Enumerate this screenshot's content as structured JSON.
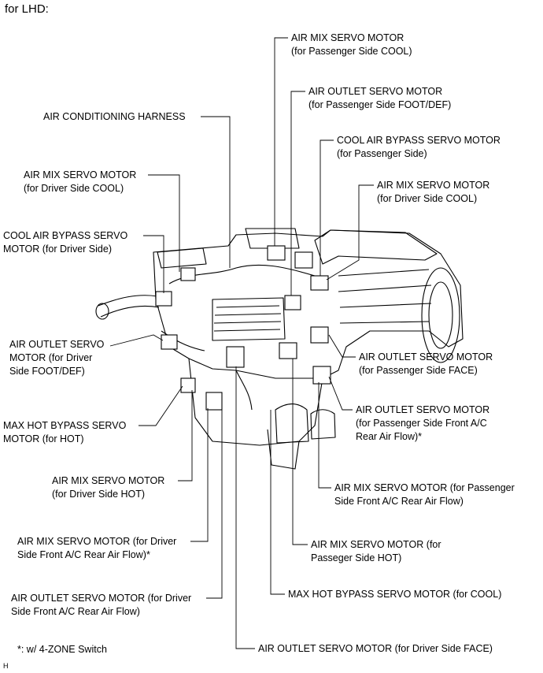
{
  "header": "for LHD:",
  "labels": {
    "air_mix_pass_cool": [
      "AIR MIX SERVO MOTOR",
      "(for Passenger Side COOL)"
    ],
    "air_outlet_pass_footdef": [
      "AIR OUTLET SERVO MOTOR",
      "(for Passenger Side FOOT/DEF)"
    ],
    "ac_harness": [
      "AIR CONDITIONING HARNESS"
    ],
    "cool_bypass_pass": [
      "COOL AIR BYPASS SERVO MOTOR",
      "(for Passenger Side)"
    ],
    "air_mix_driver_cool_left": [
      "AIR MIX SERVO MOTOR",
      "(for Driver Side COOL)"
    ],
    "air_mix_driver_cool_right": [
      "AIR MIX SERVO MOTOR",
      "(for Driver Side COOL)"
    ],
    "cool_bypass_driver": [
      "COOL AIR BYPASS SERVO",
      "MOTOR (for Driver Side)"
    ],
    "air_outlet_driver_footdef": [
      "AIR OUTLET SERVO",
      "MOTOR (for Driver",
      "Side FOOT/DEF)"
    ],
    "air_outlet_pass_face": [
      "AIR OUTLET SERVO MOTOR",
      "(for Passenger Side FACE)"
    ],
    "max_hot_bypass_hot": [
      "MAX HOT BYPASS SERVO",
      "MOTOR (for HOT)"
    ],
    "air_outlet_pass_rear": [
      "AIR OUTLET SERVO MOTOR",
      "(for Passenger Side Front A/C",
      "Rear Air Flow)*"
    ],
    "air_mix_driver_hot": [
      "AIR MIX SERVO MOTOR",
      "(for Driver Side HOT)"
    ],
    "air_mix_pass_rear": [
      "AIR MIX SERVO MOTOR (for Passenger",
      "Side Front A/C Rear Air Flow)"
    ],
    "air_mix_driver_rear": [
      "AIR MIX SERVO MOTOR (for Driver",
      "Side Front A/C Rear Air Flow)*"
    ],
    "air_mix_pass_hot": [
      "AIR MIX SERVO MOTOR (for",
      "Passeger Side HOT)"
    ],
    "air_outlet_driver_rear": [
      "AIR OUTLET SERVO MOTOR (for Driver",
      "Side Front A/C Rear Air Flow)"
    ],
    "max_hot_bypass_cool": [
      "MAX HOT BYPASS SERVO MOTOR (for COOL)"
    ],
    "air_outlet_driver_face": [
      "AIR OUTLET SERVO MOTOR (for Driver Side FACE)"
    ]
  },
  "footnote": "*: w/ 4-ZONE Switch",
  "corner_mark": "H"
}
